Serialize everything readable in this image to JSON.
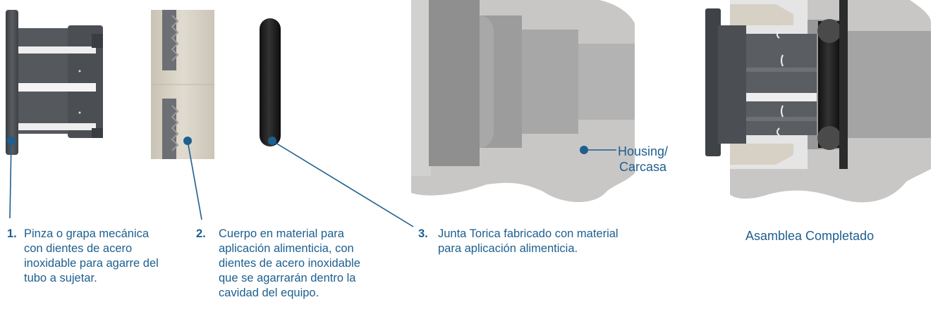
{
  "parts": [
    {
      "number": "1.",
      "lines": [
        "Pinza o grapa mecánica",
        "con dientes de acero",
        "inoxidable para agarre del",
        "tubo a sujetar."
      ]
    },
    {
      "number": "2.",
      "lines": [
        "Cuerpo en material para",
        "aplicación alimenticia, con",
        "dientes de acero inoxidable",
        "que se agarrarán dentro la",
        "cavidad del equipo."
      ]
    },
    {
      "number": "3.",
      "lines": [
        "Junta Torica fabricado con material",
        "para aplicación alimenticia."
      ]
    }
  ],
  "housing_label": [
    "Housing/",
    "Carcasa"
  ],
  "assembly_title": "Asamblea Completado",
  "colors": {
    "accent": "#1d5f8f",
    "housing_gray": "#c8c7c6",
    "clip_dark": "#4a4d52",
    "body_beige": "#d6d1c4"
  }
}
